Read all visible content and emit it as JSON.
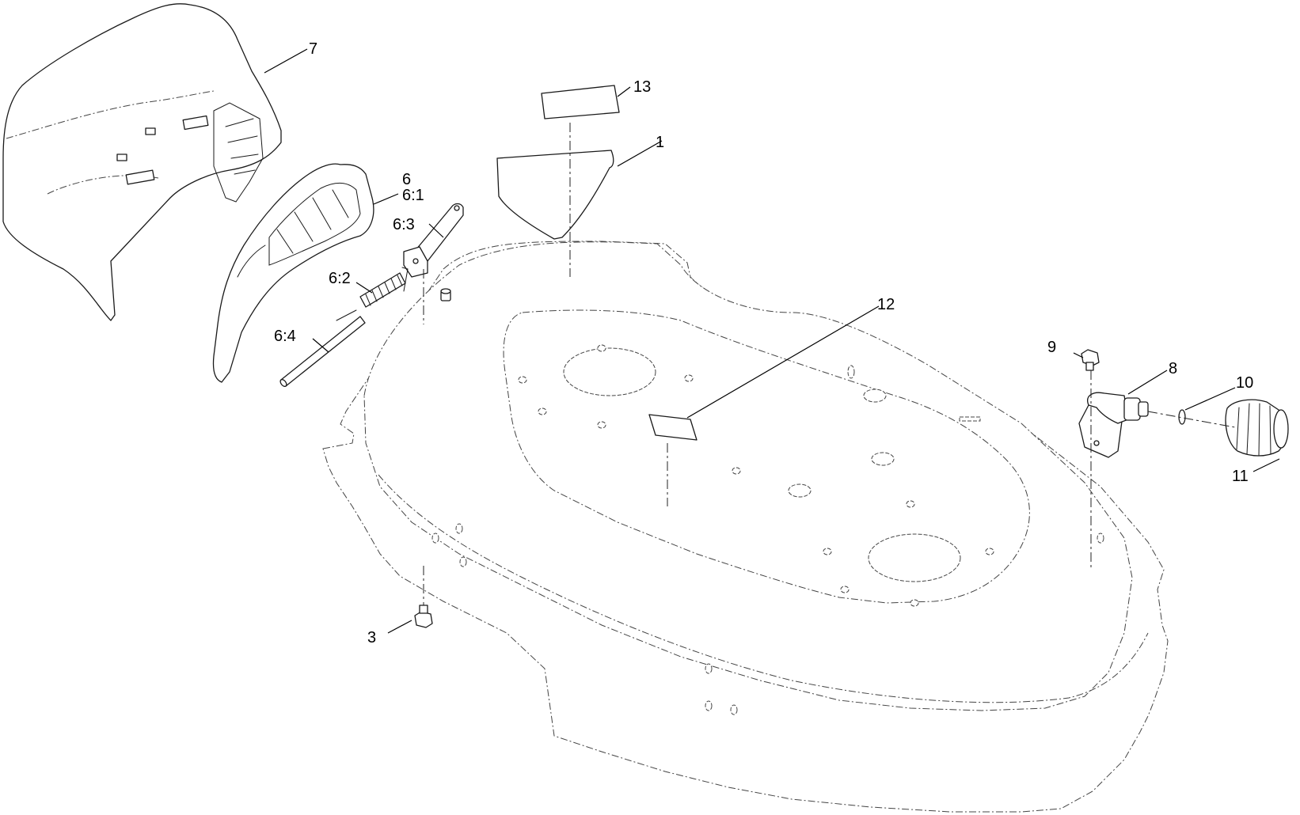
{
  "callouts": {
    "c1": "1",
    "c3": "3",
    "c6": "6",
    "c6_1": "6:1",
    "c6_2": "6:2",
    "c6_3": "6:3",
    "c6_4": "6:4",
    "c7": "7",
    "c8": "8",
    "c9": "9",
    "c10": "10",
    "c11": "11",
    "c12": "12",
    "c13": "13"
  },
  "colors": {
    "line": "#1a1a1a",
    "background": "#ffffff"
  }
}
